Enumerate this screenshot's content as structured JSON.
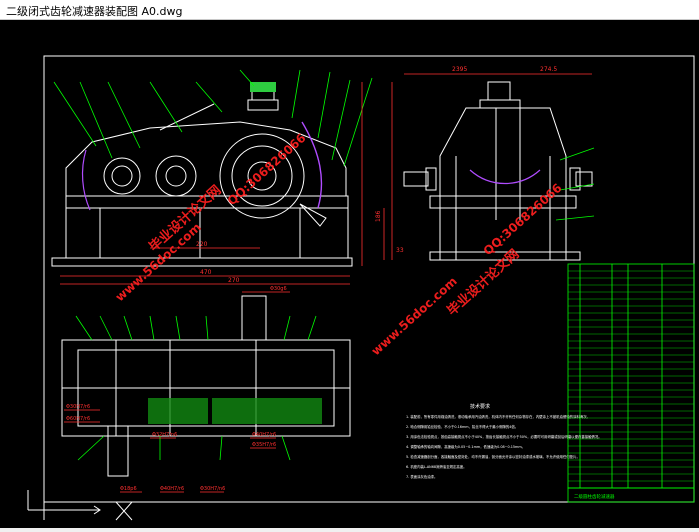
{
  "window": {
    "title": "二级闭式齿轮减速器装配图 A0.dwg"
  },
  "colors": {
    "background": "#000000",
    "lines": "#ffffff",
    "dimension": "#ff3030",
    "leader": "#00ff00",
    "table": "#00ff00",
    "watermark": "#ff2020",
    "highlight": "#b04cff"
  },
  "watermarks": {
    "site": "www.56doc.com",
    "qq": "QQ:306826066",
    "brand": "毕业设计论文网"
  },
  "dimensions": {
    "top_front": [
      "470",
      "270",
      "220"
    ],
    "side_top": [
      "2395",
      "274.5"
    ],
    "side_vertical": [
      "186",
      "33"
    ],
    "plan_fit": [
      "Φ30g6",
      "Φ30H7/r6",
      "Φ60H7/r6",
      "Φ40H7/r6",
      "Φ35H7/r6",
      "Φ32H7/n6",
      "Φ40H7/r6",
      "Φ18p6",
      "Φ30H7/n6"
    ]
  },
  "notes": {
    "heading": "技术要求",
    "lines": [
      "1. 装配前，所有零件用煤油清洗，滚动轴承用汽油清洗，机体内不许有任何杂物存在，内壁涂上不被机油侵蚀的涂料两次。",
      "2. 啮合侧隙用铅丝检验，不小于0.16mm，铅丝不得大于最小侧隙的4倍。",
      "3. 用涂色法检验斑点，按齿高接触斑点不小于40%，按齿长接触斑点不小于50%，必要时可用研磨或刮后研磨以便改善接触情况。",
      "4. 调整轴承的轴向间隙，高速级为0.05~0.1mm，低速级为0.08~0.15mm。",
      "5. 检查减速器剖分面，各接触面及密封处，均不许漏油，剖分面允许涂以密封油漆或水玻璃，不允许使用任何垫片。",
      "6. 机座内装L-AN68润滑油至规定高度。",
      "7. 表面涂灰色油漆。"
    ]
  },
  "table_note": "二级圆柱齿轮减速器"
}
